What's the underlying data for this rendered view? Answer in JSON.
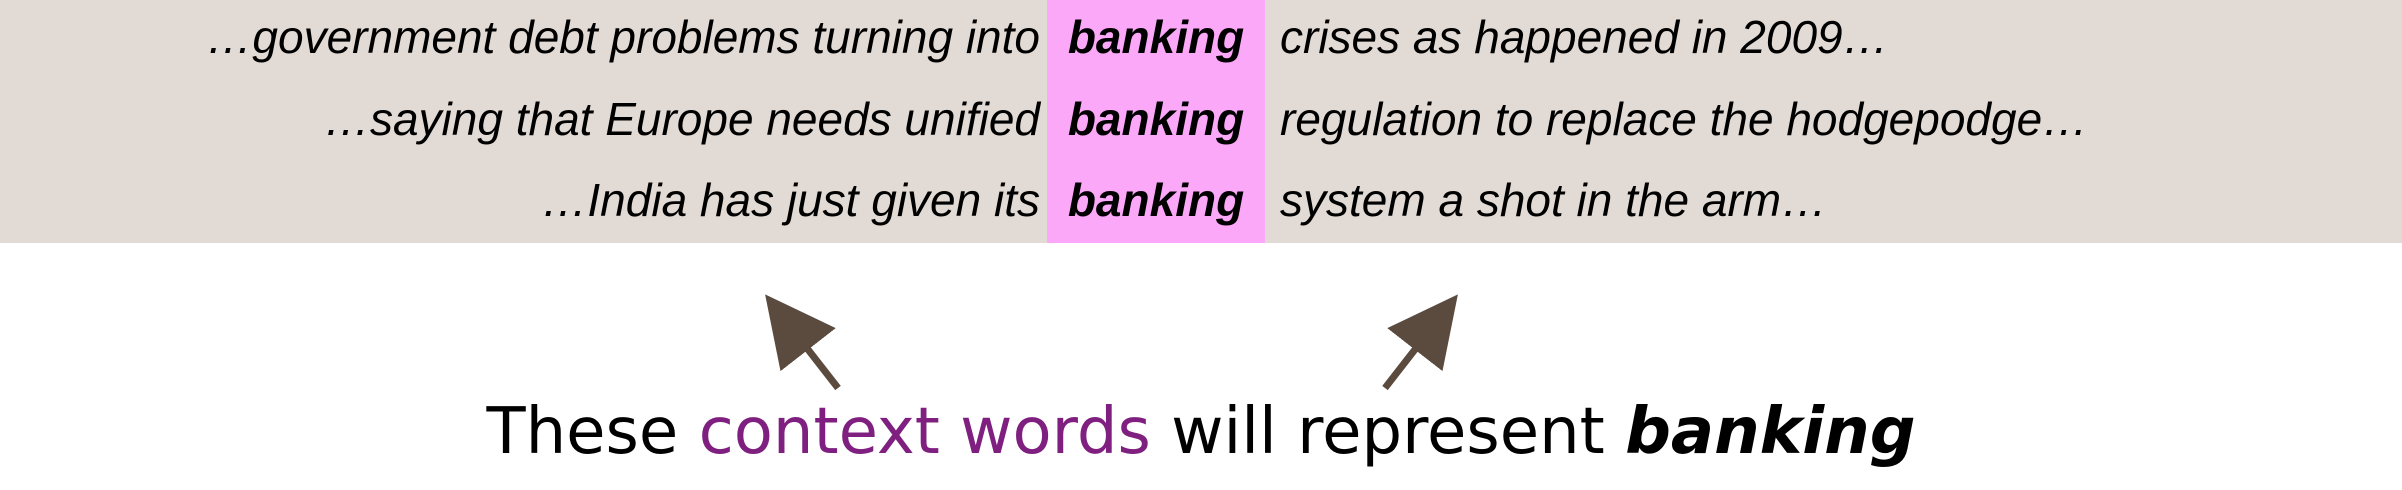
{
  "highlight_color": "#fca8f8",
  "panel_color": "#e2dad4",
  "arrow_color": "#5b4b3f",
  "context_color": "#7f1f80",
  "concordance": [
    {
      "left": "…government debt problems turning into",
      "target": "banking",
      "right": "crises as happened in 2009…"
    },
    {
      "left": "…saying that Europe needs unified",
      "target": "banking",
      "right": "regulation to replace the hodgepodge…"
    },
    {
      "left": "…India has just given its",
      "target": "banking",
      "right": "system a shot in the arm…"
    }
  ],
  "caption": {
    "prefix": "These",
    "highlight": "context words",
    "middle": "will represent",
    "keyword": "banking"
  }
}
